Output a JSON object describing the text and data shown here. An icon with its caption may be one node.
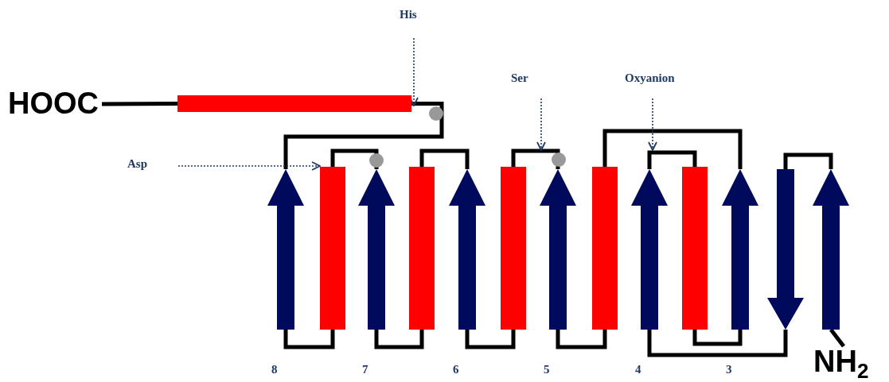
{
  "diagram": {
    "nodes": [
      {
        "text": [
          "His"
        ]
      },
      {
        "text": [
          "Ser"
        ]
      },
      {
        "text": [
          "Oxyanion"
        ]
      },
      {
        "text": [
          "HOOC"
        ]
      },
      {
        "text": [],
        "shape": "bar"
      },
      {
        "text": [
          "Asp"
        ]
      },
      {
        "text": [],
        "shape": "arrow",
        "beside": [
          "8"
        ]
      },
      {
        "text": [],
        "shape": "bar"
      },
      {
        "text": [],
        "shape": "arrow",
        "beside": [
          "7"
        ]
      },
      {
        "text": [],
        "shape": "bar"
      },
      {
        "text": [],
        "shape": "arrow",
        "beside": [
          "6"
        ]
      },
      {
        "text": [],
        "shape": "bar"
      },
      {
        "text": [],
        "shape": "arrow",
        "beside": [
          "5"
        ]
      },
      {
        "text": [],
        "shape": "bar"
      },
      {
        "text": [],
        "shape": "arrow",
        "beside": [
          "4"
        ]
      },
      {
        "text": [],
        "shape": "bar"
      },
      {
        "text": [],
        "shape": "arrow",
        "beside": [
          "3"
        ]
      },
      {
        "text": [],
        "shape": "arrow"
      },
      {
        "text": [],
        "shape": "arrow"
      },
      {
        "text": [
          "NH$_{2}$"
        ]
      }
    ],
    "edges": [
      {
        "from": 3,
        "to": 4,
        "arrow": "none"
      },
      {
        "from": 4,
        "to": 6,
        "arrow": "none"
      },
      {
        "from": 6,
        "to": 7,
        "arrow": "none"
      },
      {
        "from": 7,
        "to": 8,
        "arrow": "none"
      },
      {
        "from": 8,
        "to": 9,
        "arrow": "none"
      },
      {
        "from": 9,
        "to": 10,
        "arrow": "none"
      },
      {
        "from": 10,
        "to": 11,
        "arrow": "none"
      },
      {
        "from": 11,
        "to": 12,
        "arrow": "none"
      },
      {
        "from": 12,
        "to": 13,
        "arrow": "none"
      },
      {
        "from": 13,
        "to": 16,
        "arrow": "none"
      },
      {
        "from": 14,
        "to": 15,
        "arrow": "none"
      },
      {
        "from": 15,
        "to": 16,
        "arrow": "none"
      },
      {
        "from": 14,
        "to": 17,
        "arrow": "none"
      },
      {
        "from": 17,
        "to": 18,
        "arrow": "none"
      },
      {
        "from": 18,
        "to": 19,
        "arrow": "none"
      },
      {
        "from": 0,
        "to": 4,
        "arrow": "to",
        "style": "dashed",
        "color": "#1f3864"
      },
      {
        "from": 5,
        "to": 7,
        "arrow": "to",
        "style": "dashed",
        "color": "#1f3864"
      },
      {
        "from": 1,
        "to": 12,
        "arrow": "to",
        "style": "dashed",
        "color": "#1f3864"
      },
      {
        "from": 2,
        "to": 14,
        "arrow": "to",
        "style": "dashed",
        "color": "#1f3864"
      }
    ]
  }
}
